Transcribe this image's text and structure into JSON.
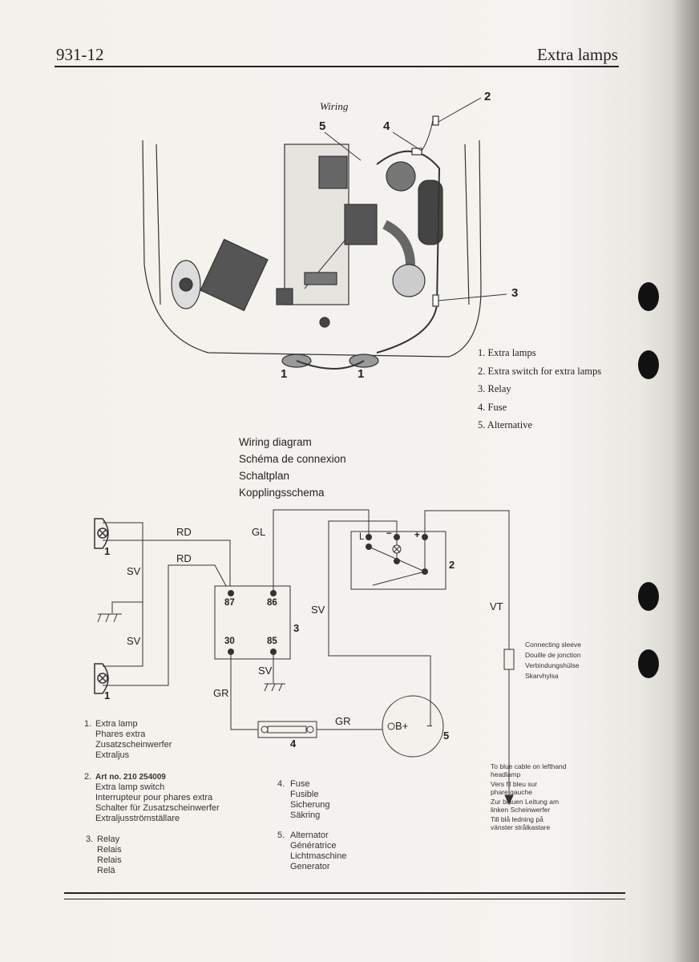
{
  "header": {
    "page_number": "931-12",
    "section_title": "Extra lamps"
  },
  "illustration": {
    "title": "Wiring",
    "callouts": [
      "1",
      "1",
      "2",
      "3",
      "4",
      "5"
    ],
    "legend": [
      "1. Extra lamps",
      "2. Extra switch for extra lamps",
      "3. Relay",
      "4. Fuse",
      "5. Alternative"
    ]
  },
  "diagram": {
    "titles": [
      "Wiring diagram",
      "Schéma de connexion",
      "Schaltplan",
      "Kopplingsschema"
    ],
    "wire_labels": {
      "rd1": "RD",
      "rd2": "RD",
      "gl": "GL",
      "sv1": "SV",
      "sv2": "SV",
      "sv3": "SV",
      "sv4": "SV",
      "vt": "VT",
      "gr1": "GR",
      "gr2": "GR"
    },
    "relay_pins": {
      "p87": "87",
      "p86": "86",
      "p30": "30",
      "p85": "85"
    },
    "switch_pins": {
      "l": "L",
      "minus": "−",
      "plus": "+"
    },
    "alternator": {
      "bplus": "B+",
      "minus": "−"
    },
    "component_numbers": {
      "lamp_top": "1",
      "lamp_bottom": "1",
      "switch": "2",
      "relay": "3",
      "fuse": "4",
      "alternator": "5"
    },
    "sleeve_note": [
      "Connecting sleeve",
      "Douille de jonction",
      "Verbindungshülse",
      "Skarvhylsa"
    ],
    "arrow_note": [
      "To blue cable on lefthand",
      "headlamp",
      "Vers fil bleu sur",
      "phare gauche",
      "Zur blauen Leitung am",
      "linken Scheinwerfer",
      "Till blå ledning på",
      "vänster strålkastare"
    ]
  },
  "legend": {
    "item1": [
      "1.",
      "Extra lamp",
      "Phares extra",
      "Zusatzscheinwerfer",
      "Extraljus"
    ],
    "item2": [
      "2.",
      "Art no. 210 254009",
      "Extra lamp switch",
      "Interrupteur pour phares extra",
      "Schalter für Zusatzscheinwerfer",
      "Extraljusströmställare"
    ],
    "item3": [
      "3.",
      "Relay",
      "Relais",
      "Relais",
      "Relä"
    ],
    "item4": [
      "4.",
      "Fuse",
      "Fusible",
      "Sicherung",
      "Säkring"
    ],
    "item5": [
      "5.",
      "Alternator",
      "Génératrice",
      "Lichtmaschine",
      "Generator"
    ]
  }
}
